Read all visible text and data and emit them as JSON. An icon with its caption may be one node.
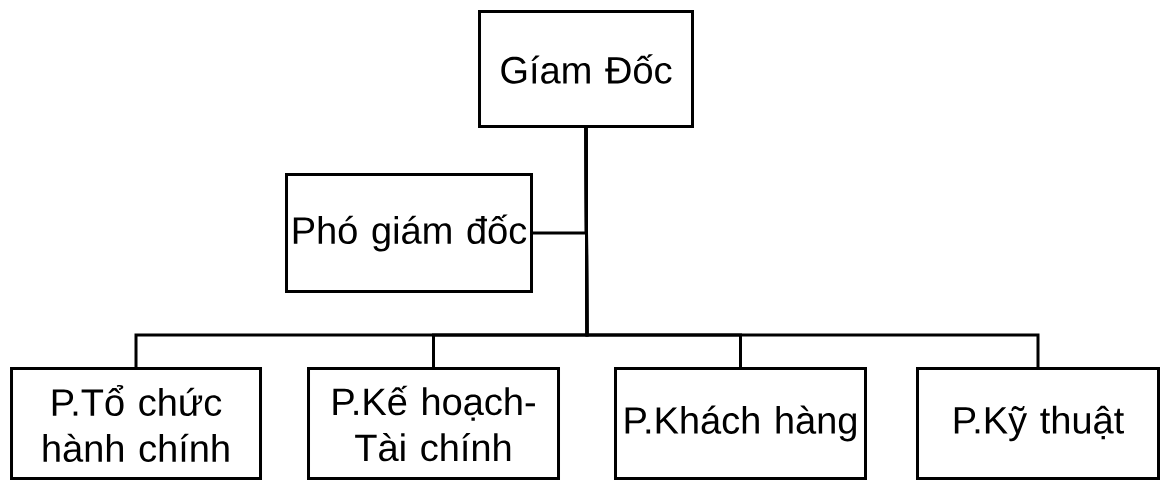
{
  "diagram": {
    "nodes": [
      {
        "text": [
          "Gíam Đốc"
        ]
      },
      {
        "text": [
          "Phó giám đốc"
        ]
      },
      {
        "text": [
          "P.Tổ chức hành chính"
        ]
      },
      {
        "text": [
          "P.Kế hoạch- Tài chính"
        ]
      },
      {
        "text": [
          "P.Khách hàng"
        ]
      },
      {
        "text": [
          "P.Kỹ thuật"
        ]
      }
    ],
    "edges": [
      {
        "from": 0,
        "to": 1,
        "arrow": "none"
      },
      {
        "from": 0,
        "to": 2,
        "arrow": "none"
      },
      {
        "from": 0,
        "to": 3,
        "arrow": "none"
      },
      {
        "from": 0,
        "to": 4,
        "arrow": "none"
      },
      {
        "from": 0,
        "to": 5,
        "arrow": "none"
      }
    ]
  }
}
